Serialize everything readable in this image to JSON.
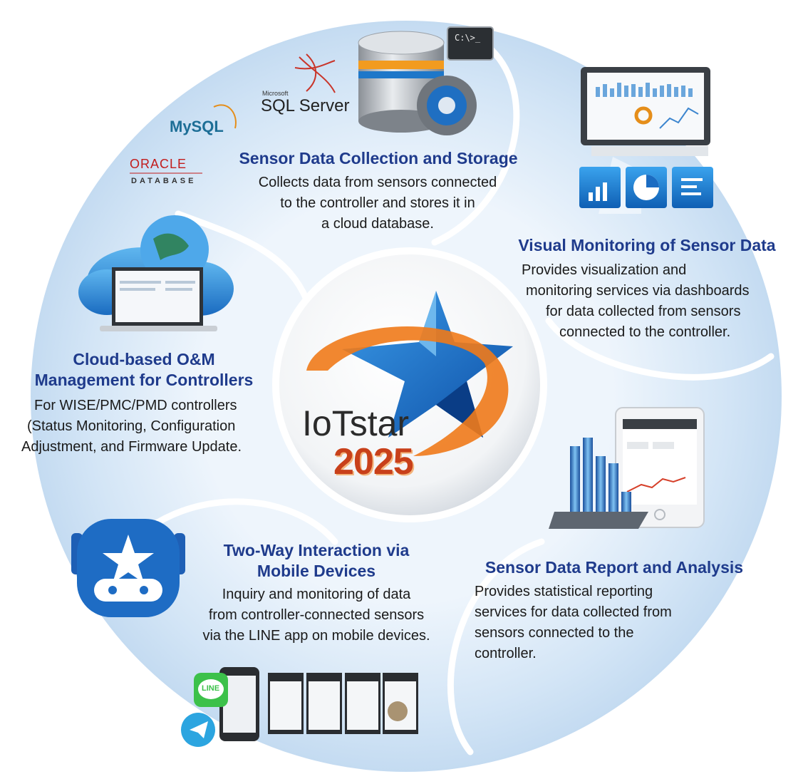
{
  "center": {
    "brand": "IoTstar",
    "year": "2025"
  },
  "logos": {
    "oracle_top": "ORACLE",
    "oracle_bottom": "DATABASE",
    "mysql": "MySQL",
    "sqlserver_small": "Microsoft",
    "sqlserver": "SQL Server",
    "terminal": "C:\\>_",
    "line": "LINE"
  },
  "sections": {
    "collection": {
      "title": "Sensor Data Collection and Storage",
      "lines": [
        "Collects data from sensors connected",
        "to the controller and stores it in",
        "a cloud database."
      ]
    },
    "visual": {
      "title": "Visual Monitoring of Sensor Data",
      "lines": [
        "Provides visualization and",
        "monitoring services via dashboards",
        "for data collected from sensors",
        "connected to the controller."
      ]
    },
    "cloud": {
      "title_line1": "Cloud-based O&M",
      "title_line2": "Management for Controllers",
      "lines": [
        "For WISE/PMC/PMD controllers",
        "(Status Monitoring, Configuration",
        "Adjustment, and Firmware Update."
      ]
    },
    "report": {
      "title": "Sensor Data Report and Analysis",
      "lines": [
        "Provides statistical reporting",
        "services for data collected from",
        "sensors connected to the",
        "controller."
      ]
    },
    "mobile": {
      "title_line1": "Two-Way Interaction via",
      "title_line2": "Mobile Devices",
      "lines": [
        "Inquiry and monitoring of data",
        "from controller-connected sensors",
        "via the LINE app on mobile devices."
      ]
    }
  },
  "colors": {
    "heading": "#1f3b8c",
    "body_text": "#1a1a1a",
    "ring_fill": "#dbeaf8",
    "star_blue": "#1d6fc4",
    "swoosh_orange": "#f07a1a",
    "year_red": "#c8401a"
  }
}
